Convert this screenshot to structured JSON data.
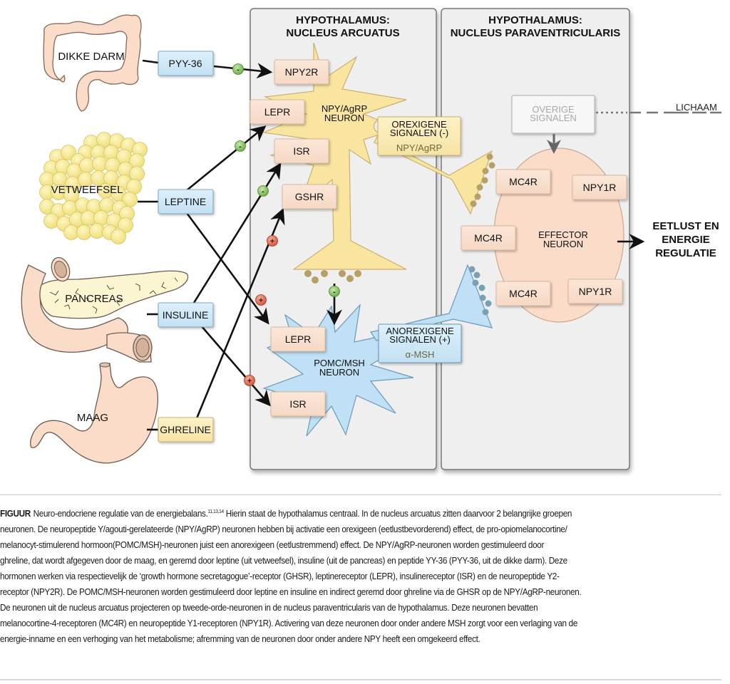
{
  "panels": {
    "arcuatus": {
      "title_line1": "HYPOTHALAMUS:",
      "title_line2": "NUCLEUS ARCUATUS"
    },
    "paraventricularis": {
      "title_line1": "HYPOTHALAMUS:",
      "title_line2": "NUCLEUS PARAVENTRICULARIS"
    }
  },
  "organs": {
    "dikke_darm": "DIKKE DARM",
    "vetweefsel": "VETWEEFSEL",
    "pancreas": "PANCREAS",
    "maag": "MAAG"
  },
  "hormones": {
    "pyy": "PYY-36",
    "leptine": "LEPTINE",
    "insuline": "INSULINE",
    "ghreline": "GHRELINE"
  },
  "hormone_colors": {
    "blue": "#cfe6f5",
    "yellow": "#fbecb8"
  },
  "receptors": {
    "npy2r": "NPY2R",
    "lepr_top": "LEPR",
    "isr_top": "ISR",
    "gshr": "GSHR",
    "lepr_bottom": "LEPR",
    "isr_bottom": "ISR",
    "mc4r_1": "MC4R",
    "mc4r_2": "MC4R",
    "mc4r_3": "MC4R",
    "npy1r_1": "NPY1R",
    "npy1r_2": "NPY1R"
  },
  "neurons": {
    "npy_agrp": {
      "line1": "NPY/AgRP",
      "line2": "NEURON",
      "color": "#f9e4a0"
    },
    "pomc_msh": {
      "line1": "POMC/MSH",
      "line2": "NEURON",
      "color": "#bfe0f5"
    },
    "effector": {
      "line1": "EFFECTOR",
      "line2": "NEURON",
      "color": "#fbdcc8"
    }
  },
  "signals": {
    "orexigene": {
      "line1": "OREXIGENE",
      "line2": "SIGNALEN (-)",
      "sub": "NPY/AgRP"
    },
    "anorexigene": {
      "line1": "ANOREXIGENE",
      "line2": "SIGNALEN (+)",
      "sub": "α-MSH"
    },
    "overige": {
      "line1": "OVERIGE",
      "line2": "SIGNALEN"
    }
  },
  "effects": {
    "inhibit": "-",
    "stimulate": "+",
    "inhibit_color": "#8cc06a",
    "stimulate_color": "#e0664a"
  },
  "lichaam": "LICHAAM",
  "output": {
    "line1": "EETLUST EN",
    "line2": "ENERGIE",
    "line3": "REGULATIE"
  },
  "caption": {
    "lead": "FIGUUR",
    "title": "Neuro-endocriene regulatie van de energiebalans.",
    "refs": "11,13,14",
    "lines": [
      " Hierin staat de hypothalamus centraal. In de nucleus arcuatus zitten daarvoor 2 belangrijke groepen",
      "neuronen. De neuropeptide Y/agouti-gerelateerde (NPY/AgRP) neuronen hebben bij activatie een orexigeen (eetlustbevorderend) effect, de pro-opiomelanocortine/",
      "melanocyt-stimulerend hormoon(POMC/MSH)-neuronen juist een anorexigeen (eetlustremmend) effect. De NPY/AgRP-neuronen worden gestimuleerd door",
      "ghreline, dat wordt afgegeven door de maag, en geremd door leptine (uit vetweefsel), insuline (uit de pancreas) en peptide YY-36 (PYY-36, uit de dikke darm). Deze",
      "hormonen werken via respectievelijk de ‘growth hormone secretagogue’-receptor (GHSR), leptinereceptor (LEPR), insulinereceptor (ISR) en de neuropeptide Y2-",
      "receptor (NPY2R). De POMC/MSH-neuronen worden gestimuleerd door leptine en insuline en indirect geremd door ghreline via de GHSR op de NPY/AgRP-neuronen.",
      "De neuronen uit de nucleus arcuatus projecteren op tweede-orde-neuronen in de nucleus paraventricularis van de hypothalamus. Deze neuronen bevatten",
      "melanocortine-4-receptoren (MC4R) en neuropeptide Y1-receptoren (NPY1R). Activering van deze neuronen door onder andere MSH zorgt voor een verlaging van de",
      "energie-inname en een verhoging van het metabolisme; afremming van de neuronen door onder andere NPY heeft een omgekeerd effect."
    ]
  }
}
